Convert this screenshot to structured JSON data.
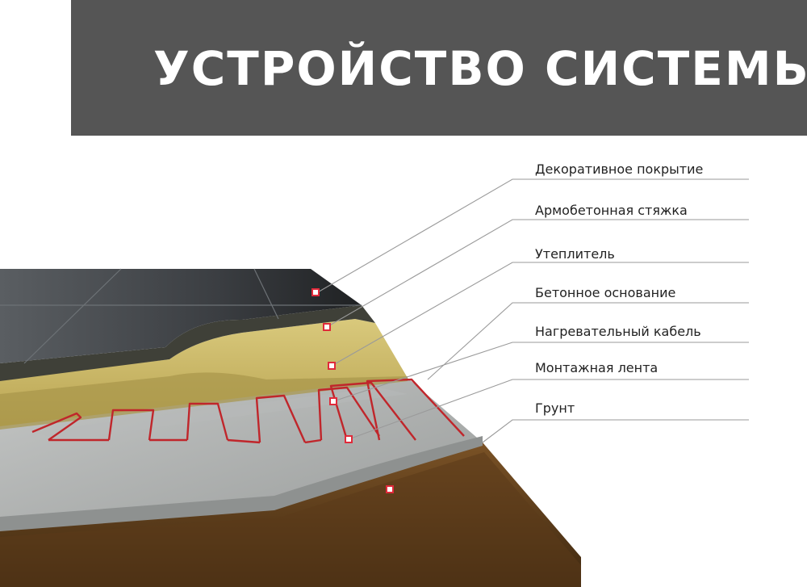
{
  "header": {
    "title": "УСТРОЙСТВО СИСТЕМЫ",
    "background_color": "#555555",
    "text_color": "#ffffff"
  },
  "layers": [
    {
      "label": "Декоративное покрытие",
      "icon": "tile-layer"
    },
    {
      "label": "Армобетонная стяжка",
      "icon": "screed-layer"
    },
    {
      "label": "Утеплитель",
      "icon": "insulation-layer"
    },
    {
      "label": "Бетонное основание",
      "icon": "concrete-layer"
    },
    {
      "label": "Нагревательный кабель",
      "icon": "heating-cable"
    },
    {
      "label": "Монтажная лента",
      "icon": "mounting-tape"
    },
    {
      "label": "Грунт",
      "icon": "soil-layer"
    }
  ],
  "colors": {
    "tile": "#3a3d40",
    "screed": "#3f4038",
    "insulation": "#cdbb6a",
    "concrete": "#b4b7b6",
    "cable": "#c0262b",
    "soil": "#5a3c1c",
    "marker": "#e02a3a",
    "leader_line": "#9a9a9a"
  }
}
